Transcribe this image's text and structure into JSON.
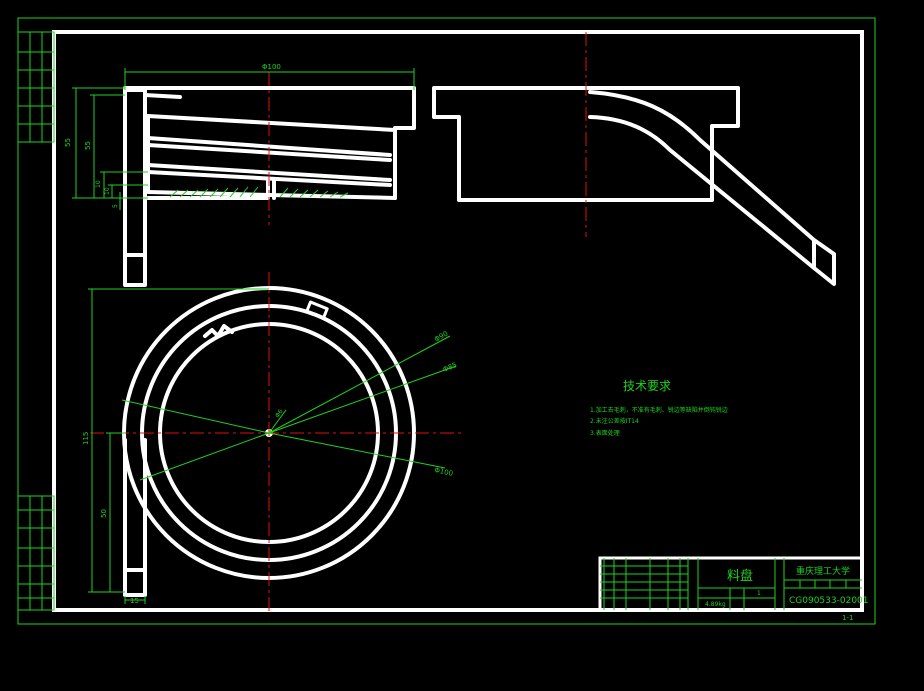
{
  "dims": {
    "top_width": "Φ100",
    "height_outer": "55",
    "height_inner": "55",
    "step_a": "10",
    "step_b": "10",
    "step_c": "5",
    "dia_a": "Φ90",
    "dia_b": "Φ85",
    "dia_c": "Φ100",
    "dia_hole": "Φ6",
    "left_a": "115",
    "left_b": "50",
    "bottom_w": "15"
  },
  "notes": {
    "heading": "技术要求",
    "line1": "1.加工去毛刺，不准有毛刺、锐边等缺陷并倒钝锐边",
    "line2": "2.未注公差按IT14",
    "line3": "3.表面处理"
  },
  "title_block": {
    "part_name": "料盘",
    "school": "重庆理工大学",
    "drawing_no": "CG090533-02001",
    "scale": "1",
    "sheet": "1-1",
    "weight": "4.89kg"
  }
}
